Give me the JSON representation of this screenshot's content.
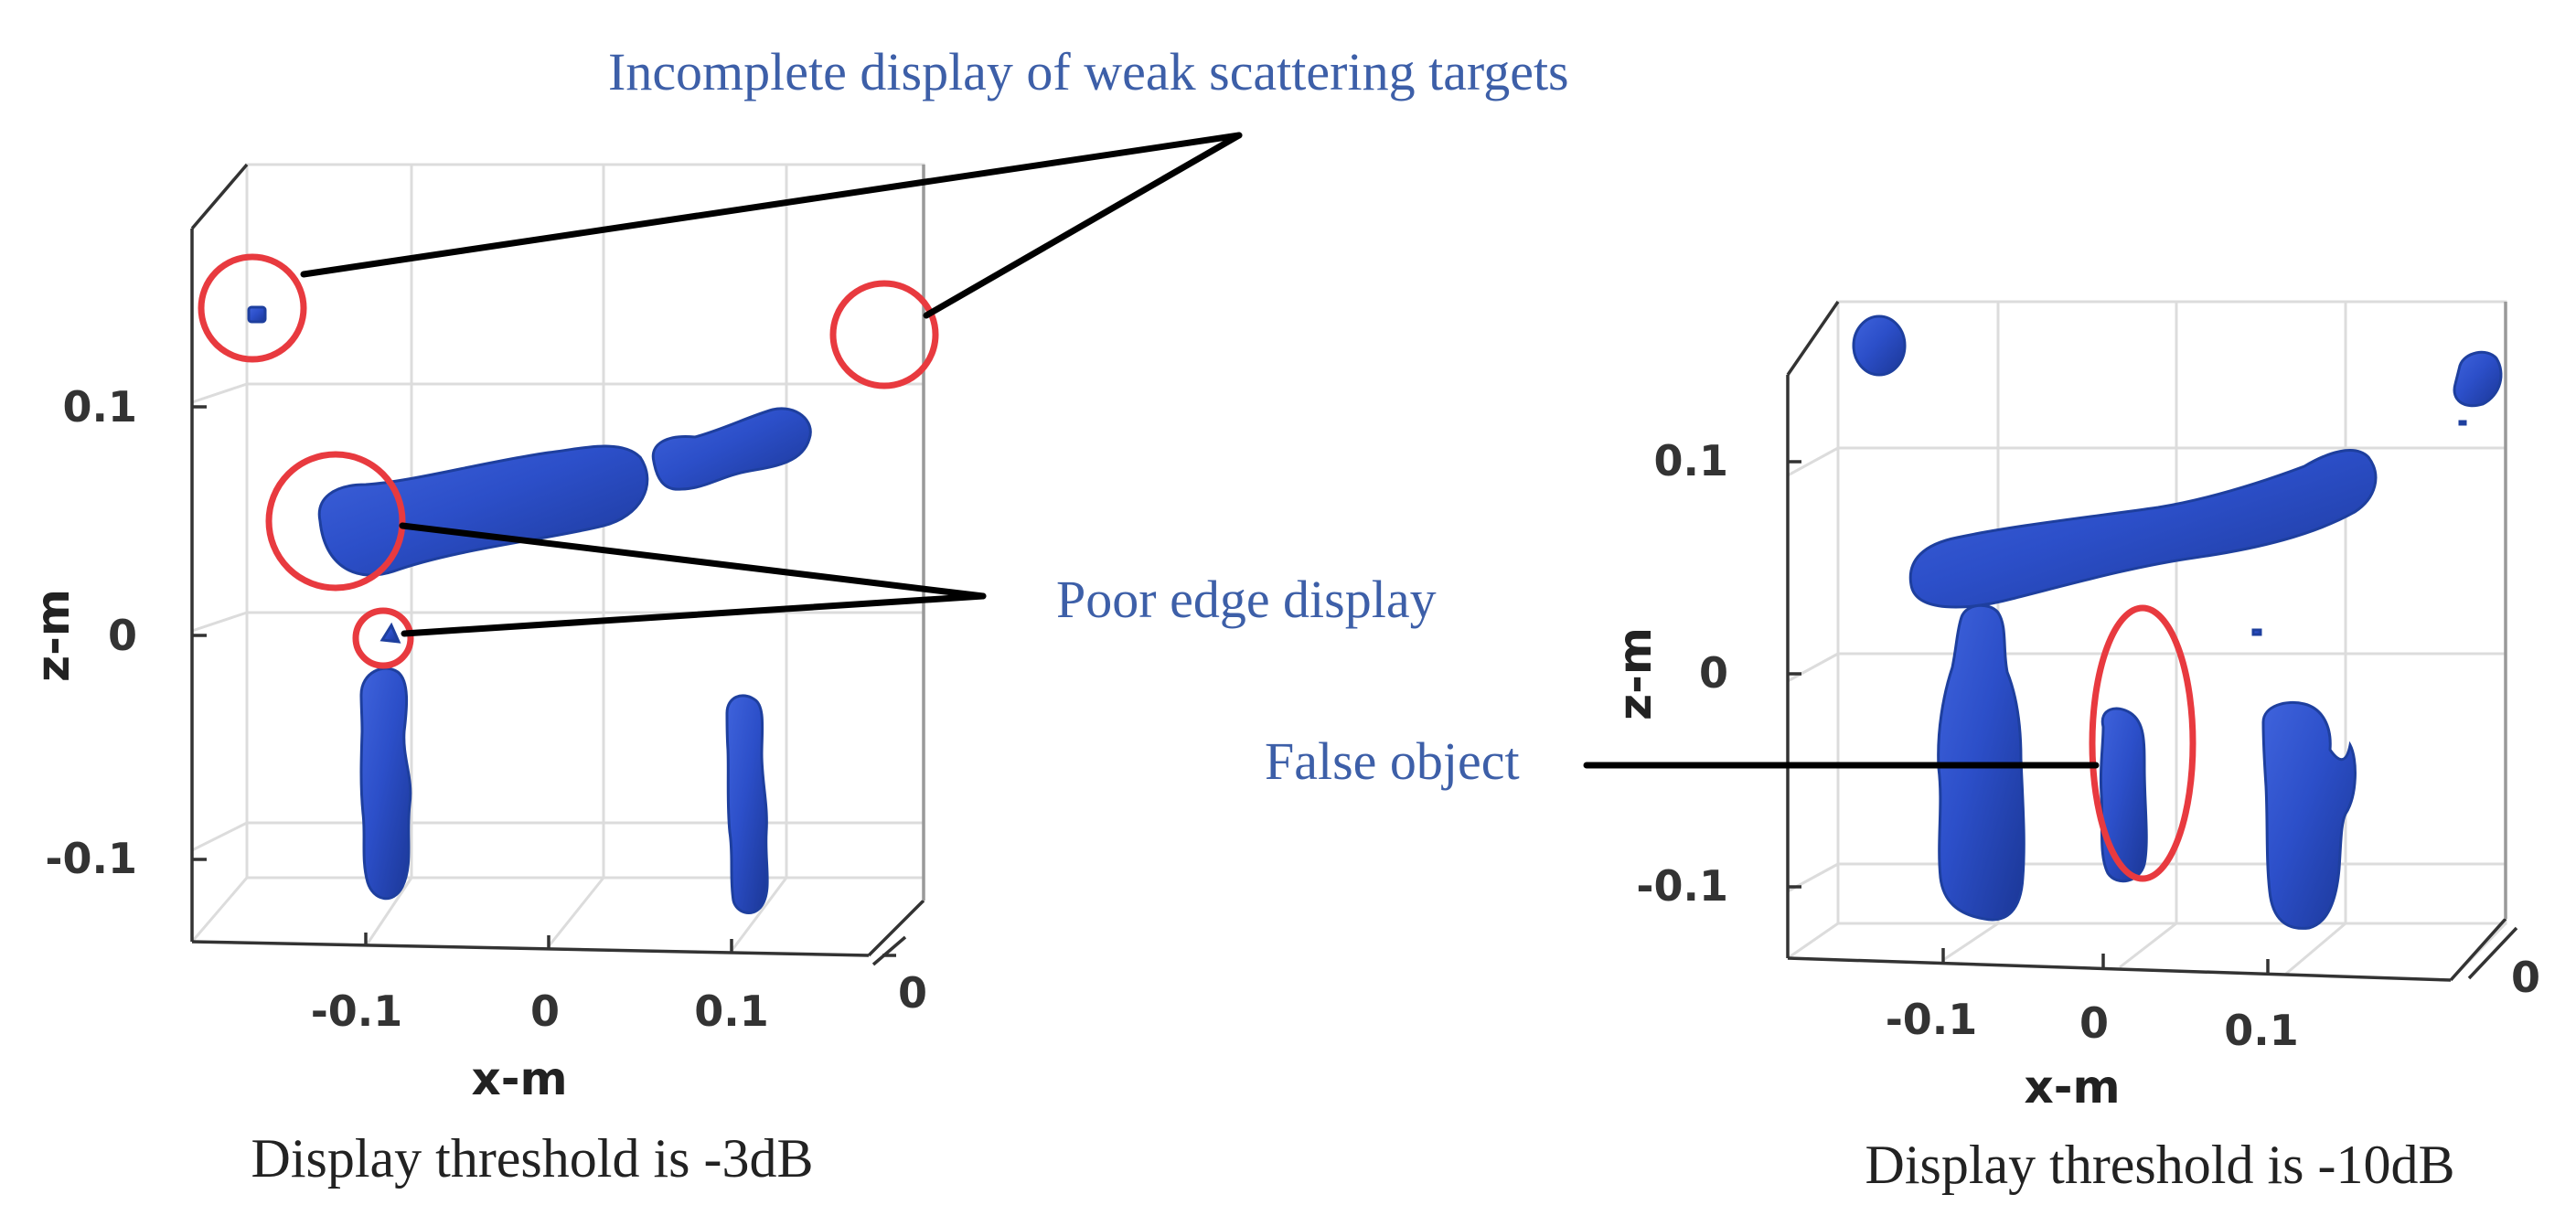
{
  "chart_data": [
    {
      "type": "isosurface-3d",
      "xlabel": "x-m",
      "ylabel": "z-m",
      "x_ticks": [
        "-0.1",
        "0",
        "0.1"
      ],
      "z_ticks": [
        "0.1",
        "0",
        "-0.1"
      ],
      "y_ticks": [
        "0"
      ],
      "caption": "Display threshold is -3dB",
      "threshold_db": -3,
      "annotations": [
        "Incomplete display of weak scattering targets",
        "Poor edge display"
      ]
    },
    {
      "type": "isosurface-3d",
      "xlabel": "x-m",
      "ylabel": "z-m",
      "x_ticks": [
        "-0.1",
        "0",
        "0.1"
      ],
      "z_ticks": [
        "0.1",
        "0",
        "-0.1"
      ],
      "y_ticks": [
        "0"
      ],
      "caption": "Display threshold is -10dB",
      "threshold_db": -10,
      "annotations": [
        "False object"
      ]
    }
  ],
  "colors": {
    "surface": "#2b4fc4",
    "highlight_ring": "#e83a3f",
    "annotation_text": "#3d5fa8"
  }
}
